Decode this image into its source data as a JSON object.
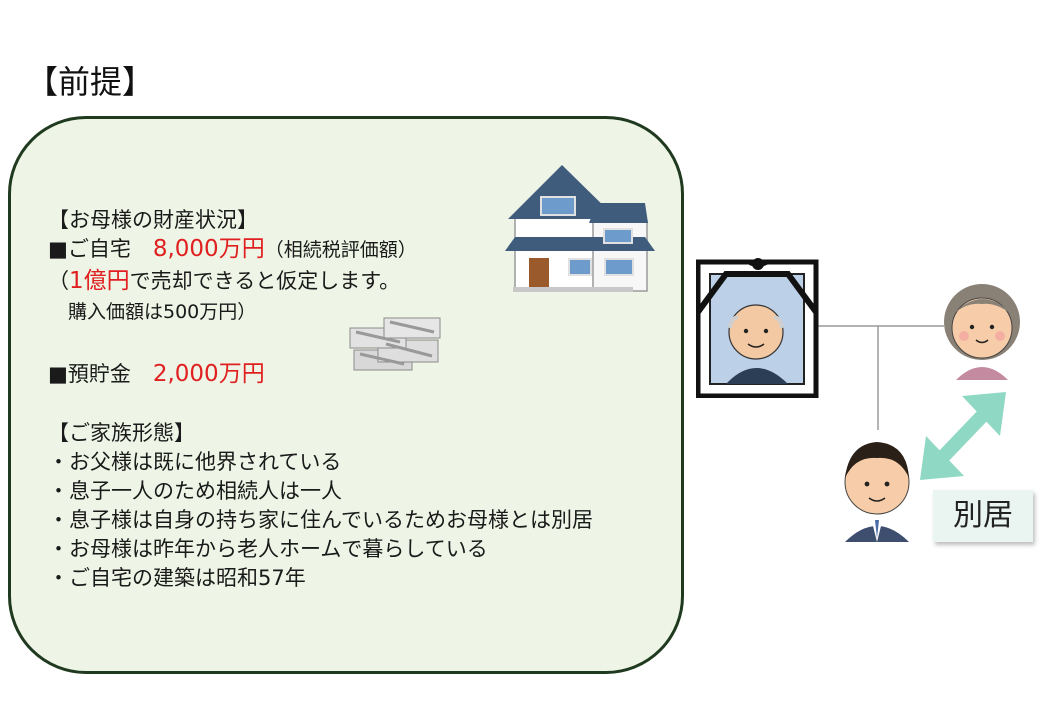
{
  "heading": "【前提】",
  "assets": {
    "title": "【お母様の財産状況】",
    "home_prefix": "■ご自宅",
    "home_value": "8,000万円",
    "home_note": "（相続税評価額）",
    "sale_open": "（",
    "sale_value": "1億円",
    "sale_rest": "で売却できると仮定します。",
    "purchase_note": "購入価額は500万円）",
    "savings_prefix": "■預貯金",
    "savings_value": "2,000万円"
  },
  "family": {
    "title": "【ご家族形態】",
    "items": [
      "・お父様は既に他界されている",
      "・息子一人のため相続人は一人",
      "・息子様は自身の持ち家に住んでいるためお母様とは別居",
      "・お母様は昨年から老人ホームで暮らしている",
      "・ご自宅の建築は昭和57年"
    ]
  },
  "separate_label": "別居",
  "colors": {
    "accent_red": "#e02020",
    "panel_fill": "#eef5e6",
    "panel_border": "#1f3a1f",
    "arrow": "#8fd8c3"
  },
  "icons": [
    "house-icon",
    "money-icon",
    "memorial-portrait-icon",
    "mother-icon",
    "son-icon",
    "double-arrow-icon"
  ]
}
